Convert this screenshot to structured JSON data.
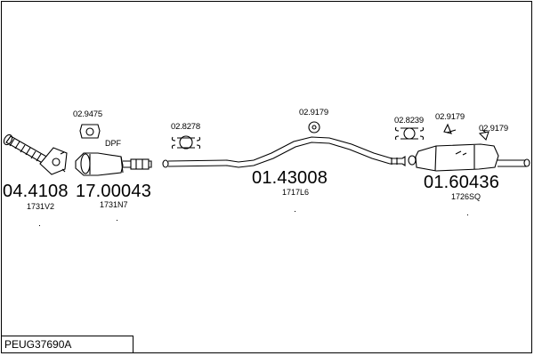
{
  "parts": [
    {
      "number": "04.4108",
      "code": "1731V2"
    },
    {
      "number": "17.00043",
      "code": "1731N7"
    },
    {
      "number": "01.43008",
      "code": "1717L6"
    },
    {
      "number": "01.60436",
      "code": "1726SQ"
    }
  ],
  "dpf_label": "DPF",
  "refs": [
    "02.9475",
    "02.8278",
    "02.9179",
    "02.8239",
    "02.9179",
    "02.9179"
  ],
  "footer_code": "PEUG37690A"
}
